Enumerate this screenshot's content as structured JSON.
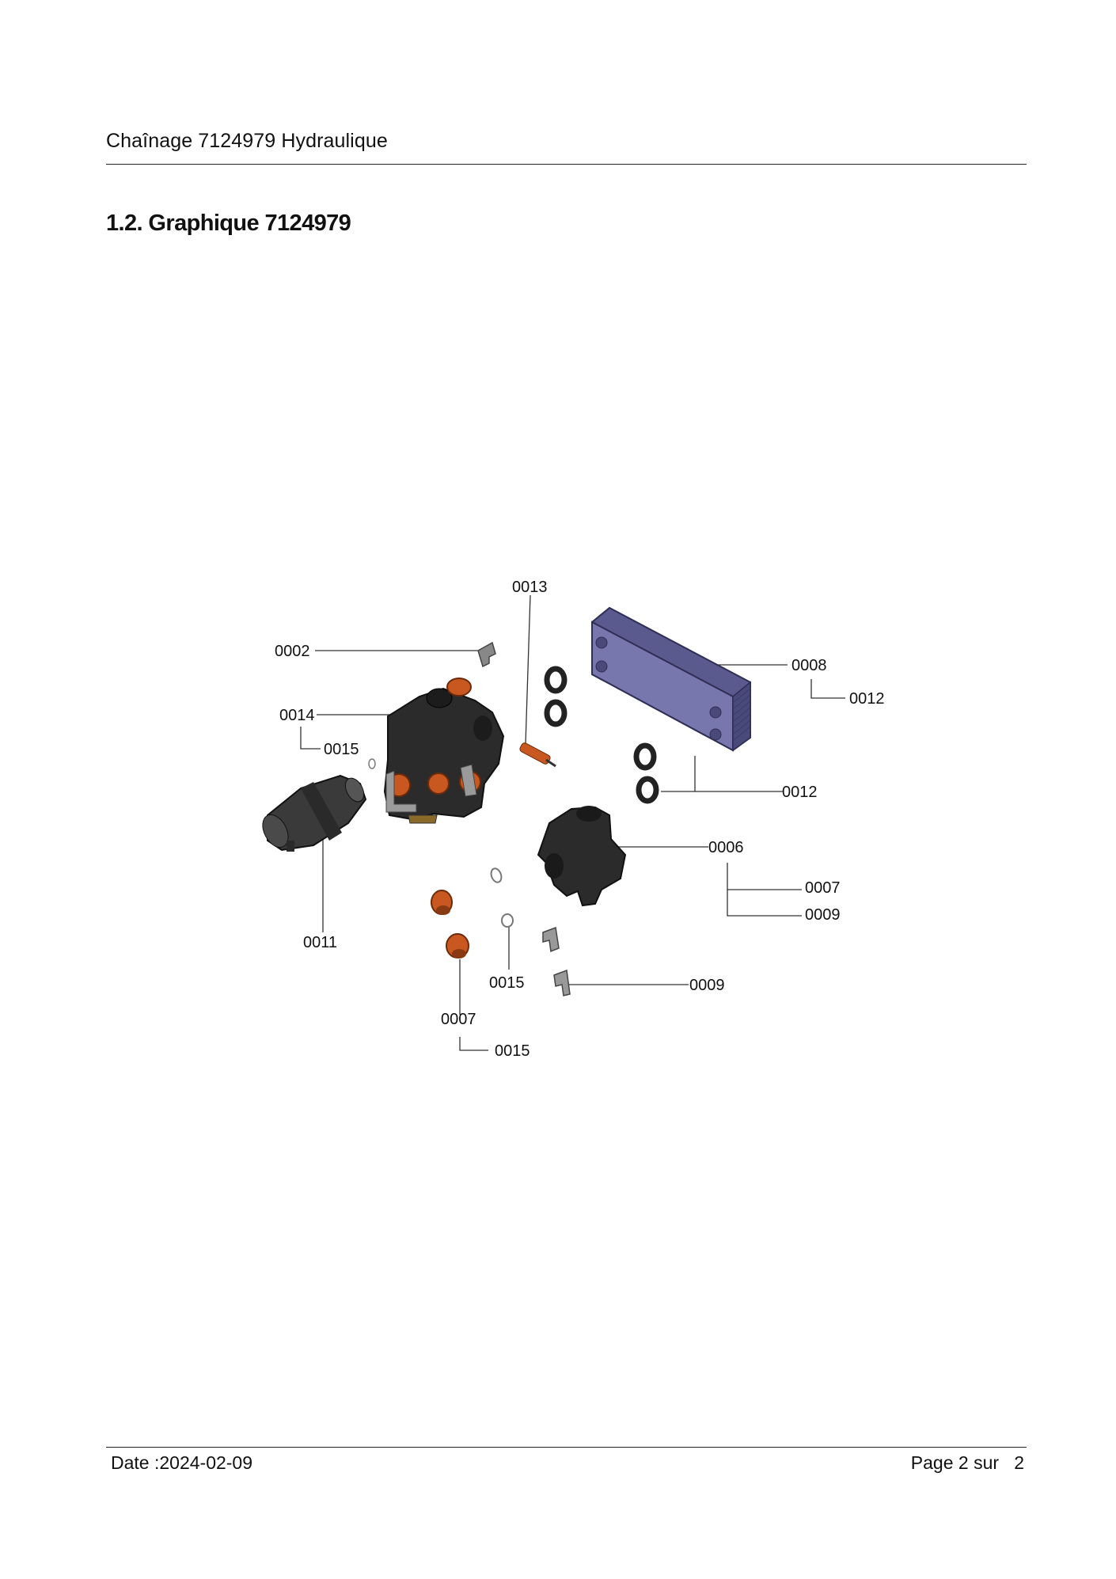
{
  "header": {
    "title": "Chaînage 7124979 Hydraulique"
  },
  "section": {
    "title": "1.2. Graphique 7124979"
  },
  "diagram": {
    "callouts": {
      "c0013": "0013",
      "c0002": "0002",
      "c0008": "0008",
      "c0012a": "0012",
      "c0014": "0014",
      "c0015a": "0015",
      "c0012b": "0012",
      "c0006": "0006",
      "c0007a": "0007",
      "c0009a": "0009",
      "c0011": "0011",
      "c0015b": "0015",
      "c0009b": "0009",
      "c0007b": "0007",
      "c0015c": "0015"
    },
    "colors": {
      "part_black": "#2b2b2b",
      "part_orange": "#c8581f",
      "heat_exchanger": "#6f6ea6"
    }
  },
  "footer": {
    "date": "Date :2024-02-09",
    "page": "Page 2 sur   2"
  }
}
